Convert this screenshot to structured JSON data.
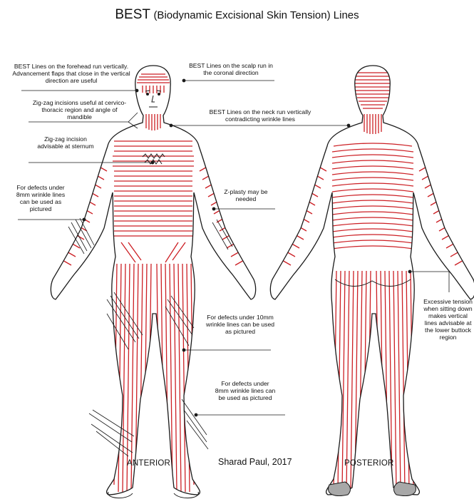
{
  "title": {
    "main": "BEST",
    "paren": "(Biodynamic Excisional Skin Tension) Lines"
  },
  "annotations": {
    "forehead": "BEST Lines on the forehead run vertically. Advancement flaps that close in the vertical direction are useful",
    "scalp": "BEST Lines on the scalp run in the coronal direction",
    "zigzag_cervico": "Zig-zag incisions useful at cervico-thoracic region and angle of mandible",
    "neck": "BEST Lines on the neck run vertically contradicting wrinkle lines",
    "sternum": "Zig-zag incision advisable at sternum",
    "forearm": "For defects under 8mm wrinkle lines can be used as pictured",
    "zplasty": "Z-plasty may be needed",
    "thigh": "For defects under 10mm wrinkle lines can be used as pictured",
    "shin": "For defects under 8mm wrinkle lines can be used as pictured",
    "buttock": "Excessive tension when sitting down makes vertical lines advisable at the lower buttock region"
  },
  "labels": {
    "anterior": "ANTERIOR",
    "posterior": "POSTERIOR",
    "credit": "Sharad Paul, 2017"
  },
  "colors": {
    "lines": "#cc1f24",
    "outline": "#1a1a1a",
    "sole": "#a8a8a8"
  }
}
